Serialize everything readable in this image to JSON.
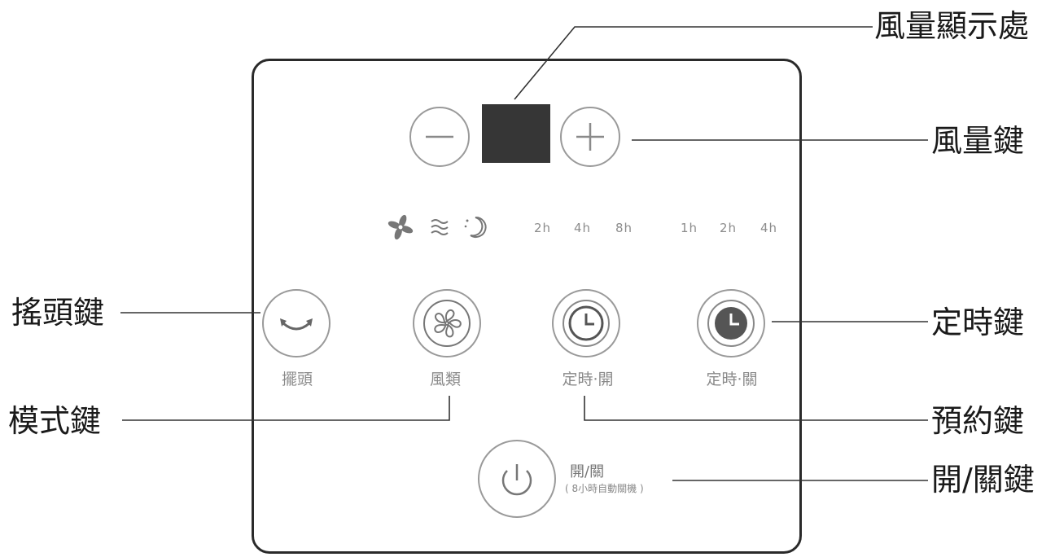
{
  "callouts": {
    "wind_display": "風量顯示處",
    "wind_key": "風量鍵",
    "swing_key": "搖頭鍵",
    "timer_key": "定時鍵",
    "mode_key": "模式鍵",
    "schedule_key": "預約鍵",
    "power_key": "開/關鍵"
  },
  "indicators": {
    "timer_on_hours": [
      "2h",
      "4h",
      "8h"
    ],
    "timer_off_hours": [
      "1h",
      "2h",
      "4h"
    ],
    "mode_icons": [
      "fan-mode-icon",
      "natural-wind-icon",
      "sleep-mode-icon"
    ]
  },
  "buttons": {
    "swing_label": "擺頭",
    "mode_label": "風類",
    "timer_on_label": "定時·開",
    "timer_off_label": "定時·關",
    "power_label": "開/關",
    "power_sublabel": "( 8小時自動關機 )"
  },
  "colors": {
    "display": "#363636",
    "panel_border": "#2a2a2a",
    "button_ring": "#9a9a9a",
    "label_text": "#8a8a8a"
  }
}
